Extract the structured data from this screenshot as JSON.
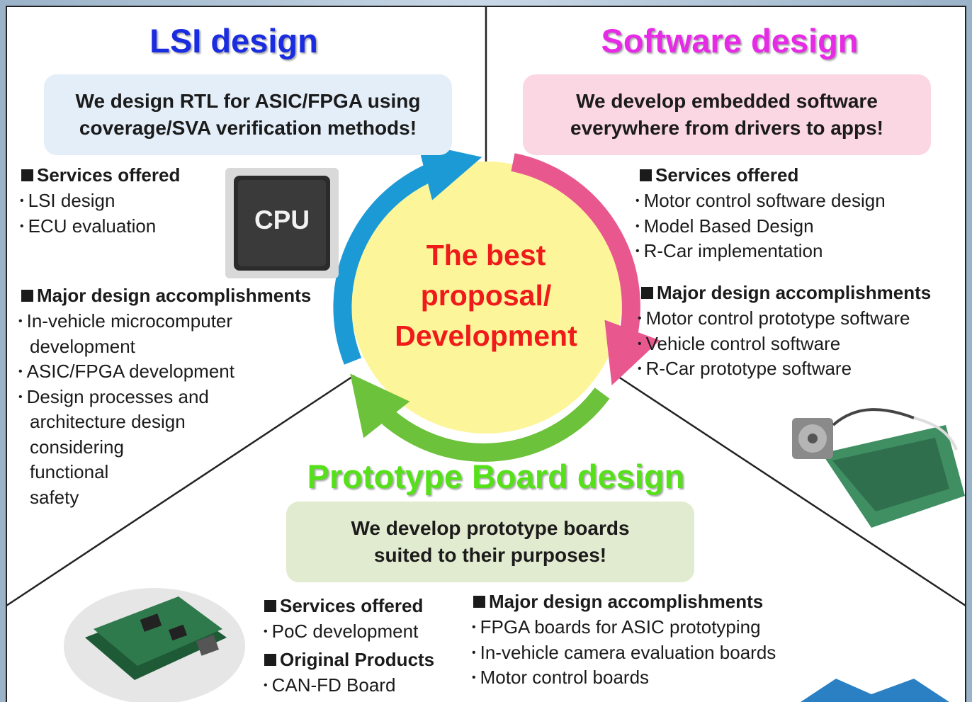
{
  "lsi": {
    "title": "LSI design",
    "tagline": [
      "We design RTL for ASIC/FPGA using",
      "coverage/SVA verification methods!"
    ],
    "services_heading": "Services offered",
    "services": [
      "LSI design",
      "ECU evaluation"
    ],
    "chip_label": "CPU",
    "accomplishments_heading": "Major design accomplishments",
    "accomplishments": [
      [
        "In-vehicle microcomputer",
        "development"
      ],
      [
        "ASIC/FPGA development"
      ],
      [
        "Design processes and",
        "architecture design",
        "considering",
        "functional",
        "safety"
      ]
    ]
  },
  "software": {
    "title": "Software design",
    "tagline": [
      "We develop embedded software",
      "everywhere from drivers to apps!"
    ],
    "services_heading": "Services offered",
    "services": [
      "Motor control software design",
      "Model Based Design",
      "R-Car implementation"
    ],
    "accomplishments_heading": "Major design accomplishments",
    "accomplishments": [
      "Motor control prototype software",
      "Vehicle control software",
      "R-Car prototype software"
    ]
  },
  "center": {
    "lines": [
      "The best",
      "proposal/",
      "Development"
    ]
  },
  "board": {
    "title": "Prototype Board design",
    "tagline": [
      "We develop prototype boards",
      "suited to their purposes!"
    ],
    "services_heading": "Services offered",
    "services": [
      "PoC development"
    ],
    "products_heading": "Original Products",
    "products": [
      "CAN-FD Board"
    ],
    "accomplishments_heading": "Major design accomplishments",
    "accomplishments": [
      "FPGA boards for ASIC prototyping",
      "In-vehicle camera evaluation boards",
      "Motor control boards"
    ]
  },
  "colors": {
    "lsi_title": "#1a2ce0",
    "software_title": "#e62ae6",
    "board_title": "#55e01a",
    "center_text": "#ef1a1a",
    "circle_fill": "#fdf59a",
    "arrow_blue": "#1b9ad6",
    "arrow_pink": "#e8588f",
    "arrow_green": "#6cc23a",
    "bubble_blue": "#e3eef9",
    "bubble_pink": "#fbd7e3",
    "bubble_green": "#e1ebcf"
  },
  "icons": [
    "cpu-chip-icon",
    "motor-board-photo",
    "prototype-board-photo",
    "footer-arrow-icon"
  ]
}
